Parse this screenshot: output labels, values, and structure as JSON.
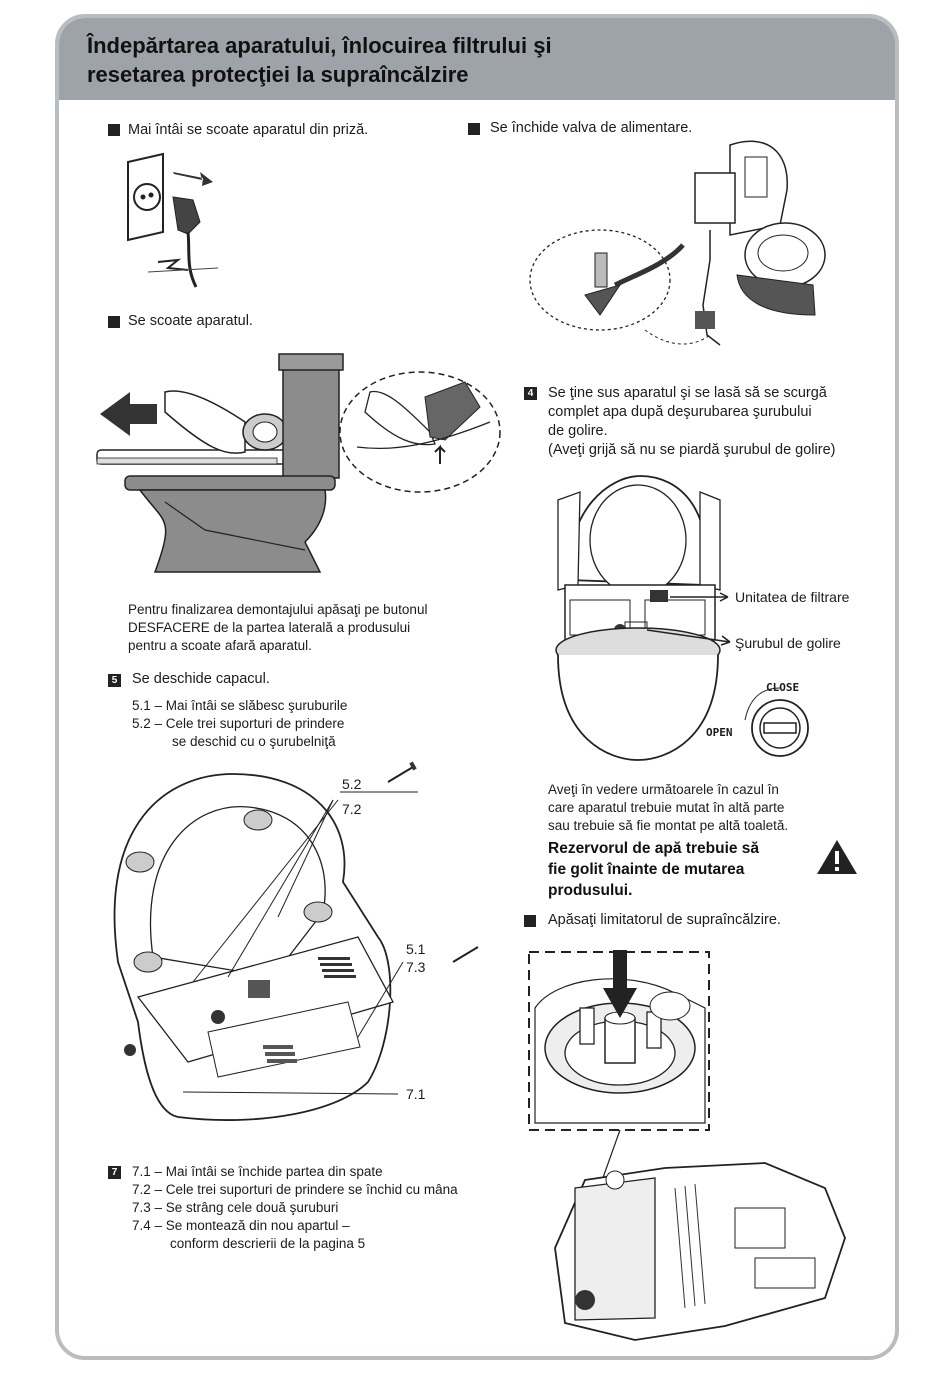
{
  "header": {
    "title_line1": "Îndepărtarea aparatului, înlocuirea filtrului şi",
    "title_line2": "resetarea protecţiei la supraîncălzire"
  },
  "left": {
    "step_unplug": "Mai întâi se scoate aparatul din priză.",
    "step_remove": "Se scoate aparatul.",
    "release_note": [
      "Pentru finalizarea demontajului apăsaţi pe butonul",
      "DESFACERE de la partea laterală a produsului",
      "pentru a scoate afară aparatul."
    ],
    "step5_num": "5",
    "step5_title": "Se deschide capacul.",
    "step5_items": [
      "5.1 – Mai întâi se slăbesc şuruburile",
      "5.2 – Cele trei suporturi de prindere",
      "se deschid cu o şurubelniţă"
    ],
    "callout_52": "5.2",
    "callout_72": "7.2",
    "callout_51": "5.1",
    "callout_73": "7.3",
    "callout_71": "7.1",
    "step7_num": "7",
    "step7_items": [
      "7.1 – Mai întâi se închide partea din spate",
      "7.2 – Cele trei suporturi de prindere se închid cu mâna",
      "7.3 – Se strâng cele două şuruburi",
      "7.4 – Se montează din nou apartul –",
      "conform descrierii de la pagina 5"
    ]
  },
  "right": {
    "step_valve": "Se închide valva de alimentare.",
    "step4_num": "4",
    "step4_lines": [
      "Se ţine sus aparatul şi se lasă să se scurgă",
      "complet apa după deşurubarea şurubului",
      "de golire.",
      "(Aveţi grijă să nu se piardă şurubul de golire)"
    ],
    "label_filter": "Unitatea de filtrare",
    "label_drain": "Şurubul de golire",
    "knob_close": "CLOSE",
    "knob_open": "OPEN",
    "move_note": [
      "Aveţi în vedere următoarele în cazul în",
      "care aparatul trebuie mutat în altă parte",
      "sau trebuie să fie montat pe altă toaletă."
    ],
    "warning_bold": [
      "Rezervorul de apă trebuie să",
      "fie golit înainte de mutarea",
      "produsului."
    ],
    "step_reset": "Apăsaţi limitatorul de supraîncălzire."
  },
  "colors": {
    "header_bg": "#9ea3a9",
    "frame_border": "#b9bcc1",
    "bowl_gray": "#8c8c8c"
  }
}
